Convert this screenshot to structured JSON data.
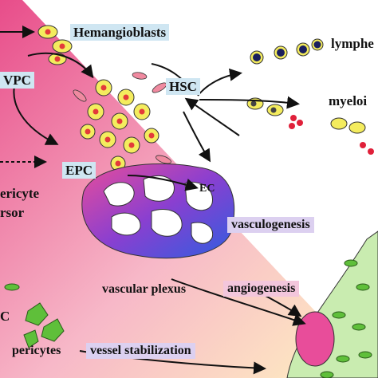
{
  "labels": {
    "hemangioblasts": "Hemangioblasts",
    "vpc": "VPC",
    "hsc": "HSC",
    "lymphe": "lymphe",
    "myeloid": "myeloi",
    "epc": "EPC",
    "pericyte": "ericyte",
    "precursor": "rsor",
    "ec": "EC",
    "vasculogenesis": "vasculogenesis",
    "vascular_plexus": "vascular plexus",
    "angiogenesis": "angiogenesis",
    "c_left": "C",
    "pericytes": "pericytes",
    "vessel_stabilization": "vessel stabilization"
  },
  "colors": {
    "background_top": "#e84d8a",
    "background_bottom": "#fff3c0",
    "cell_fill": "#f4ec5e",
    "nucleus": "#e33a3a",
    "rbc": "#e0203a",
    "lymph_nucleus": "#1a1f5e",
    "plexus_blue": "#3b5bd6",
    "plexus_pink": "#e84d9a",
    "green_cell": "#5fbf3a"
  }
}
